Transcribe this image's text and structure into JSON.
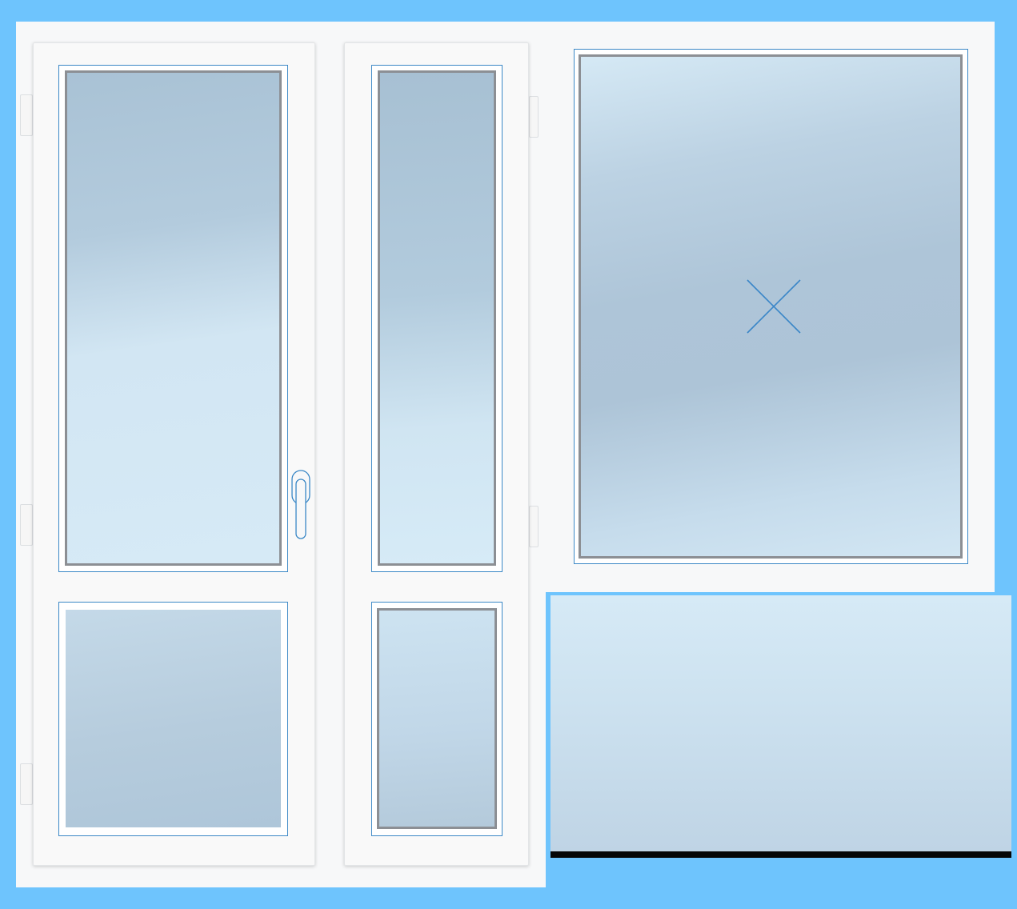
{
  "window_config": {
    "sashes": [
      {
        "id": "door",
        "type": "tilt-turn door",
        "panes": 2,
        "handle": true
      },
      {
        "id": "side",
        "type": "fixed side panel",
        "panes": 2
      },
      {
        "id": "upper-right",
        "type": "fixed window",
        "opening_marker": "fixed-x"
      },
      {
        "id": "lower-right",
        "type": "glass panel"
      }
    ]
  },
  "colors": {
    "background": "#6ec4fd",
    "frame": "#f7f8f9",
    "bead_outline": "#3b88c6",
    "glass_edge": "#8c8f94",
    "bottom_bar": "#050607"
  },
  "icons": {
    "handle": "door-handle-icon",
    "fixed_marker": "fixed-pane-x-icon"
  }
}
